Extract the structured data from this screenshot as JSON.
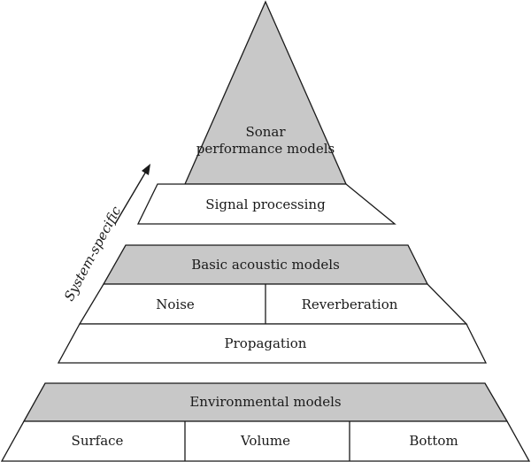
{
  "colors": {
    "shaded_fill": "#c8c8c8",
    "outline": "#1a1a1a",
    "background": "#ffffff"
  },
  "top_tier": {
    "apex_line1": "Sonar",
    "apex_line2": "performance models",
    "band": "Signal processing"
  },
  "middle_tier": {
    "header": "Basic acoustic models",
    "left_cell": "Noise",
    "right_cell": "Reverberation",
    "bottom_band": "Propagation"
  },
  "bottom_tier": {
    "header": "Environmental models",
    "cells": [
      "Surface",
      "Volume",
      "Bottom"
    ]
  },
  "side_arrow": {
    "label": "System-specific"
  }
}
